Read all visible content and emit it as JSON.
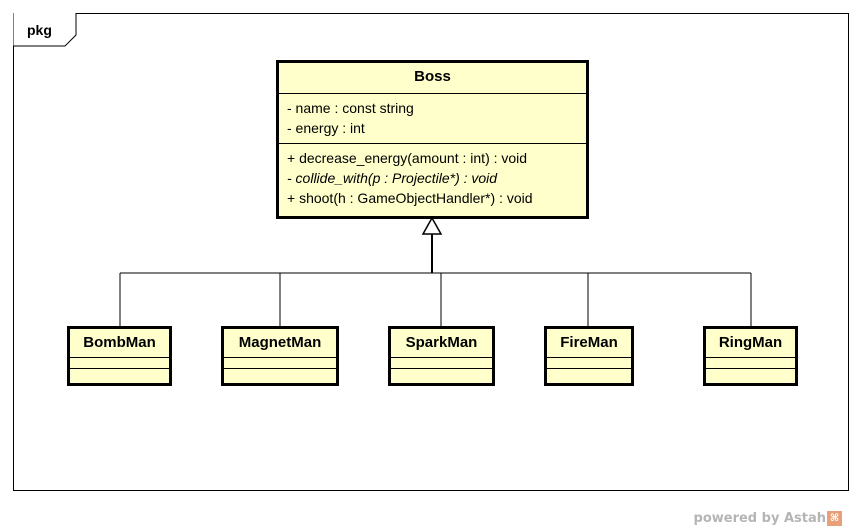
{
  "package": {
    "label": "pkg"
  },
  "superclass": {
    "name": "Boss",
    "attributes": [
      "- name : const string",
      "- energy : int"
    ],
    "operations": [
      {
        "text": "+ decrease_energy(amount : int) : void",
        "abstract": false
      },
      {
        "text": "- collide_with(p : Projectile*) : void",
        "abstract": true
      },
      {
        "text": "+ shoot(h : GameObjectHandler*) : void",
        "abstract": false
      }
    ]
  },
  "subclasses": [
    "BombMan",
    "MagnetMan",
    "SparkMan",
    "FireMan",
    "RingMan"
  ],
  "relationship": "generalization",
  "footer": {
    "text": "powered by Astah",
    "badge": "⌘"
  }
}
